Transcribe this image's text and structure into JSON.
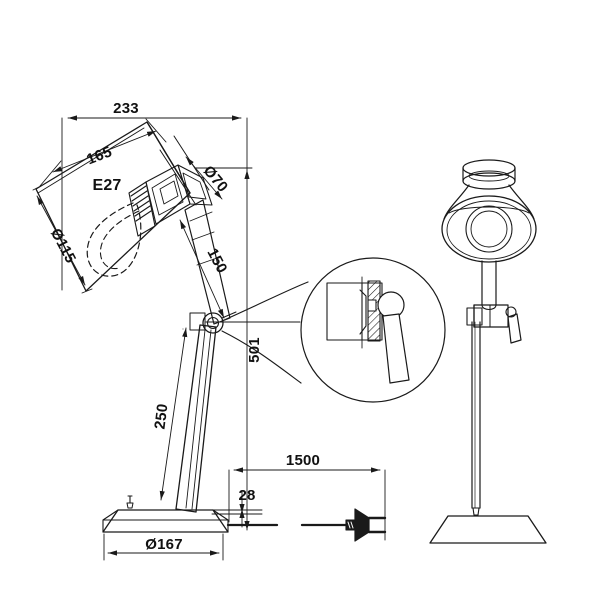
{
  "drawing": {
    "title": "Desk Lamp Technical Dimension Drawing",
    "units": "mm",
    "line_color": "#1a1a1a",
    "background_color": "#ffffff",
    "text_color": "#111111"
  },
  "dimensions": {
    "overall_width": "233",
    "shade_slant_length": "165",
    "socket_type": "E27",
    "shade_diameter": "Ø115",
    "shade_top_diameter": "Ø70",
    "upper_arm_length": "150",
    "overall_height": "501",
    "lower_arm_length": "250",
    "cord_length": "1500",
    "base_thickness": "28",
    "base_diameter": "Ø167"
  },
  "views": {
    "main_view": {
      "name": "front-elevation-dimensioned",
      "parts": [
        "lamp-shade",
        "e27-bulb",
        "upper-arm",
        "pivot-joint",
        "lower-arm",
        "base",
        "power-cord",
        "plug"
      ]
    },
    "detail_view": {
      "name": "pivot-joint-detail-callout",
      "shape": "circle",
      "contents": [
        "section-hatching",
        "knob",
        "lever-handle"
      ]
    },
    "side_view": {
      "name": "rendered-side-elevation",
      "parts": [
        "shade",
        "reflector-ring",
        "stem",
        "adjust-knob",
        "lever",
        "base-plate"
      ]
    }
  },
  "labels": {
    "d233": "233",
    "d165": "165",
    "e27": "E27",
    "d115": "Ø115",
    "d70": "Ø70",
    "d150": "150",
    "d501": "501",
    "d250": "250",
    "d1500": "1500",
    "d28": "28",
    "d167": "Ø167"
  }
}
